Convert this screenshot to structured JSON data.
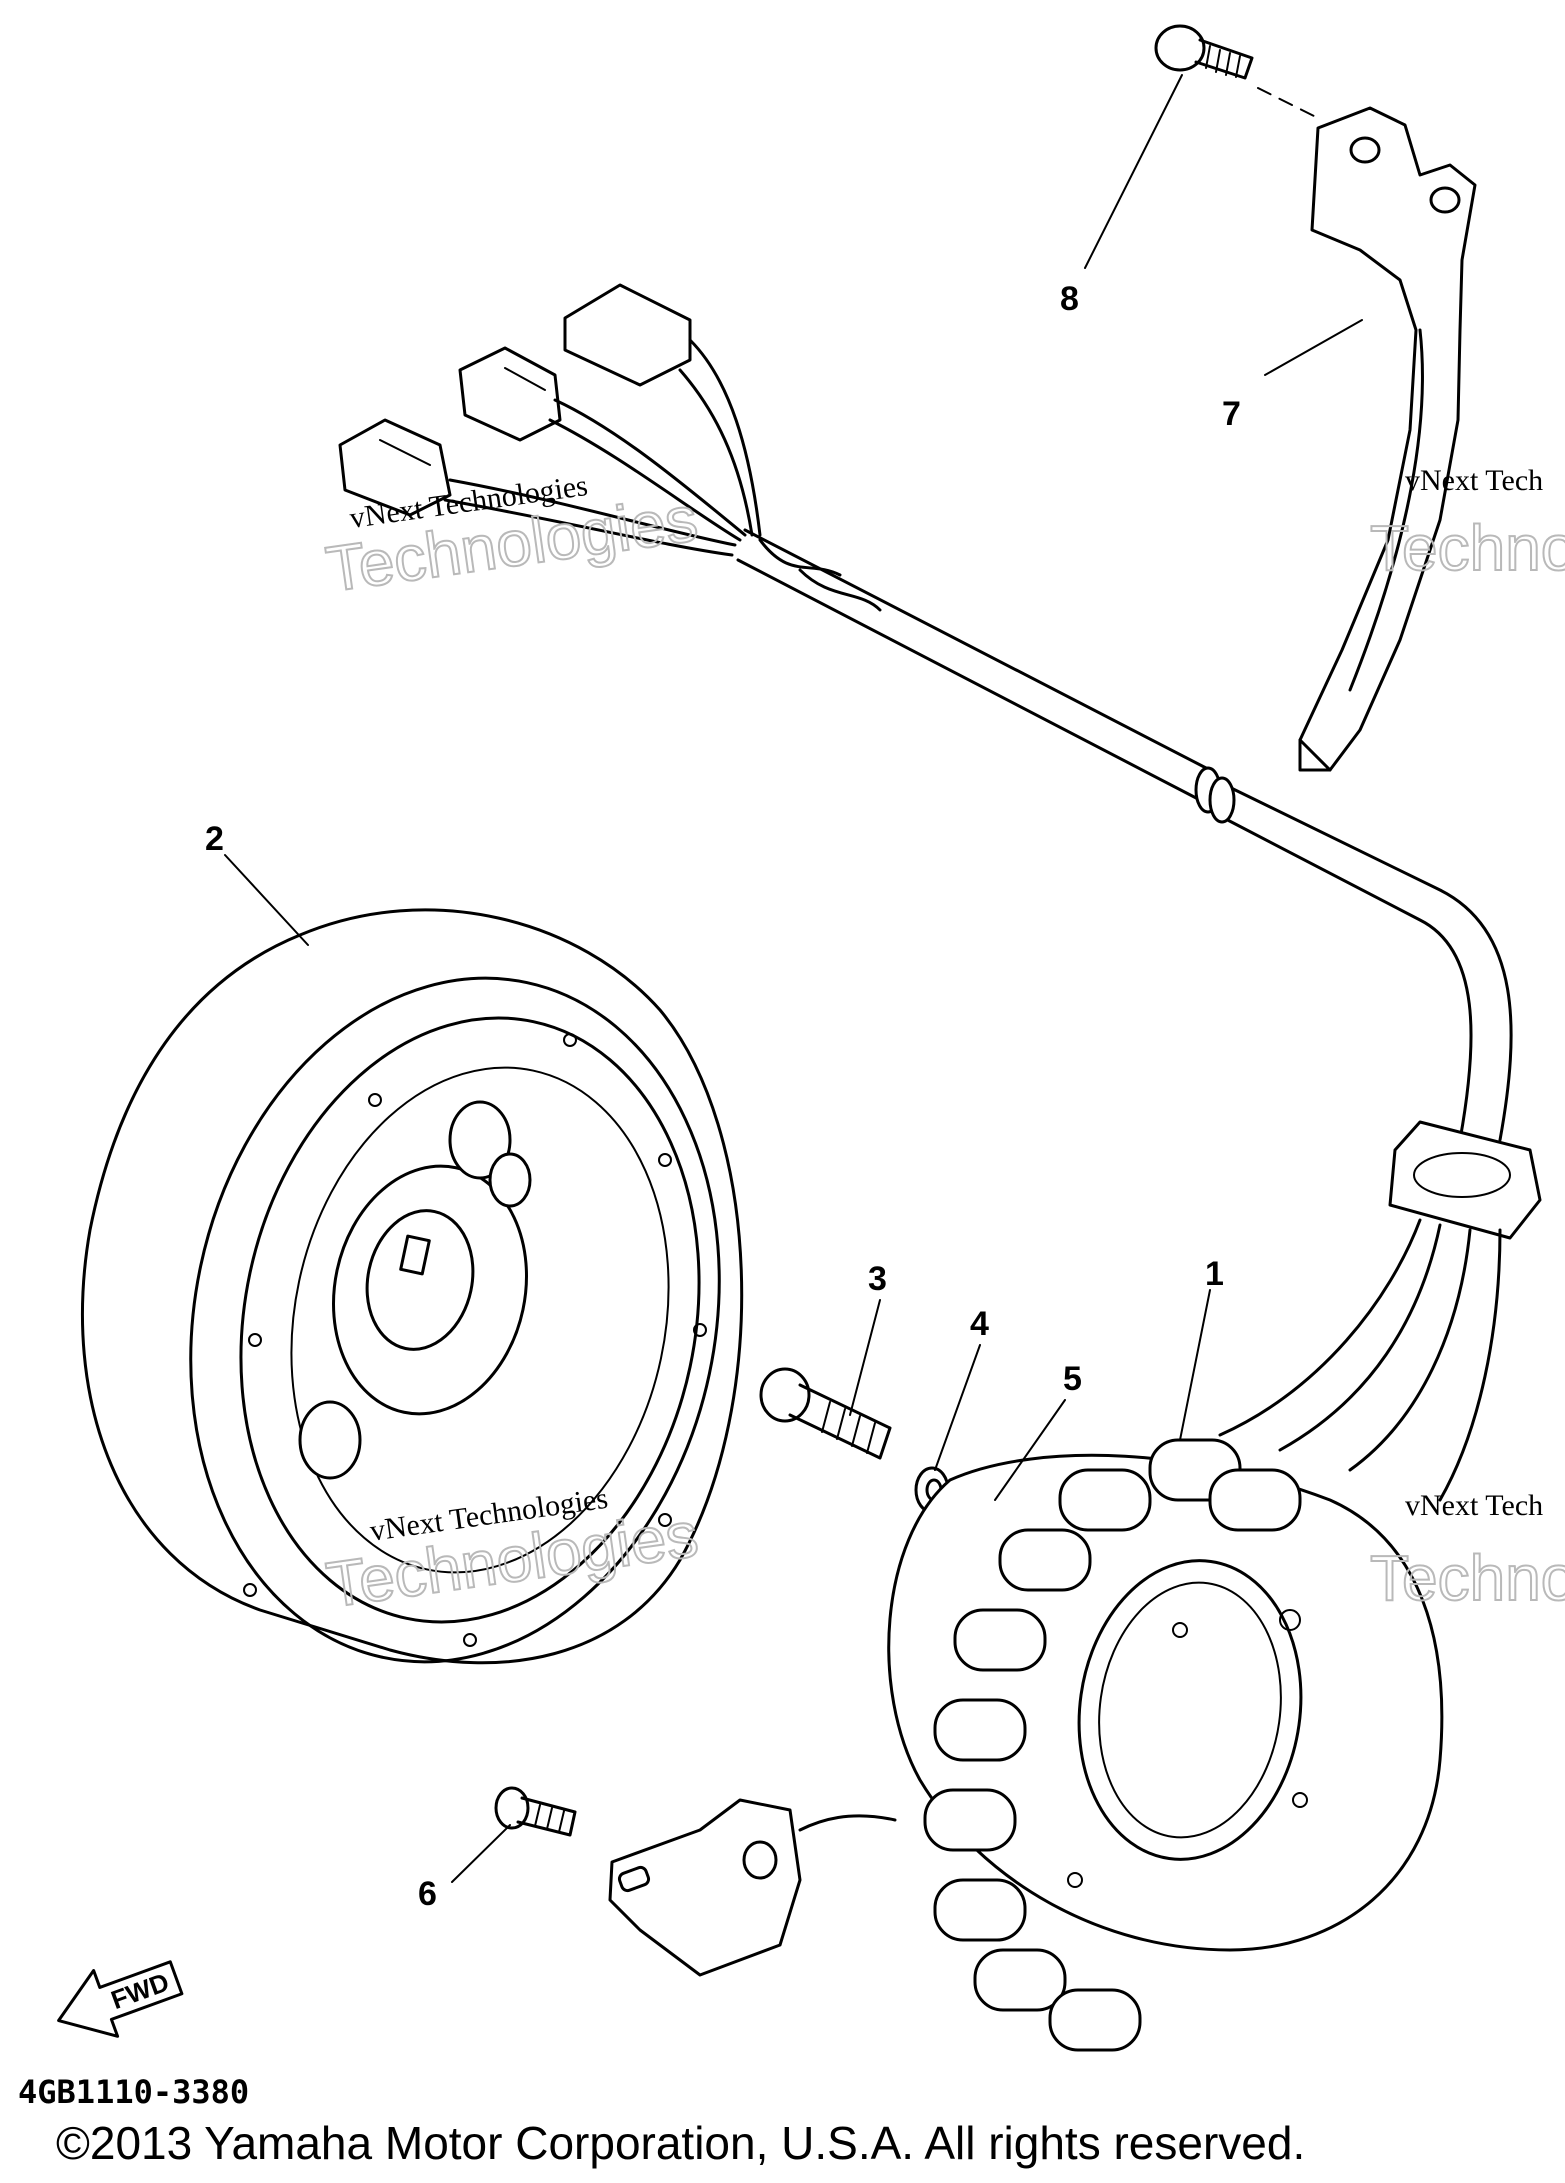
{
  "callouts": {
    "c1": "1",
    "c2": "2",
    "c3": "3",
    "c4": "4",
    "c5": "5",
    "c6": "6",
    "c7": "7",
    "c8": "8"
  },
  "watermark": {
    "line1": "vNext Technologies",
    "line2": "Technologies",
    "partial1": "vNext Tech",
    "partial2": "Techno"
  },
  "fwd_label": "FWD",
  "diagram_number": "4GB1110-3380",
  "copyright": "©2013 Yamaha Motor Corporation, U.S.A. All rights reserved."
}
